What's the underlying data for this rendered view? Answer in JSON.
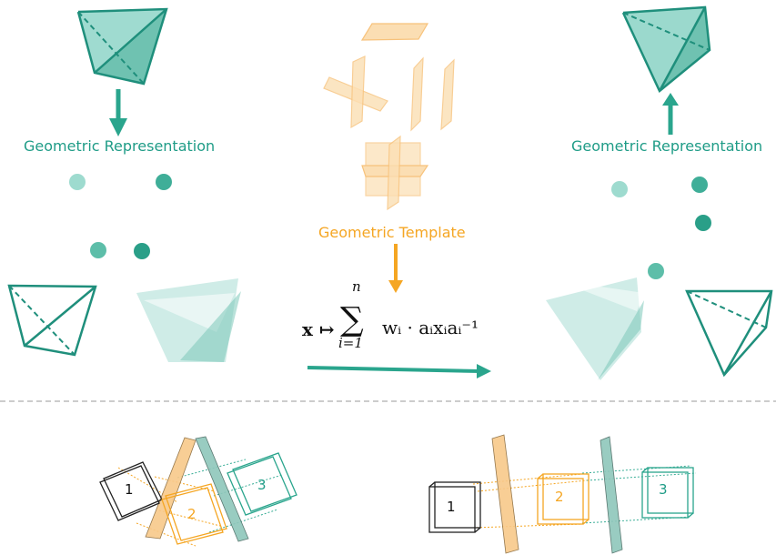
{
  "labels": {
    "geo_rep_left": "Geometric Representation",
    "geo_rep_right": "Geometric Representation",
    "geo_template": "Geometric Template"
  },
  "formula": {
    "lhs": "x ↦",
    "sum_upper": "n",
    "sum_lower": "i=1",
    "body": "wᵢ · aᵢxᵢaᵢ⁻¹"
  },
  "boxes_left": [
    "1",
    "2",
    "3"
  ],
  "boxes_right": [
    "1",
    "2",
    "3"
  ],
  "colors": {
    "teal": "#1f9c87",
    "teal_light": "#8fd3c6",
    "orange": "#f5a623",
    "orange_fill": "#fbd9a6",
    "divider": "#bbbbbb"
  }
}
